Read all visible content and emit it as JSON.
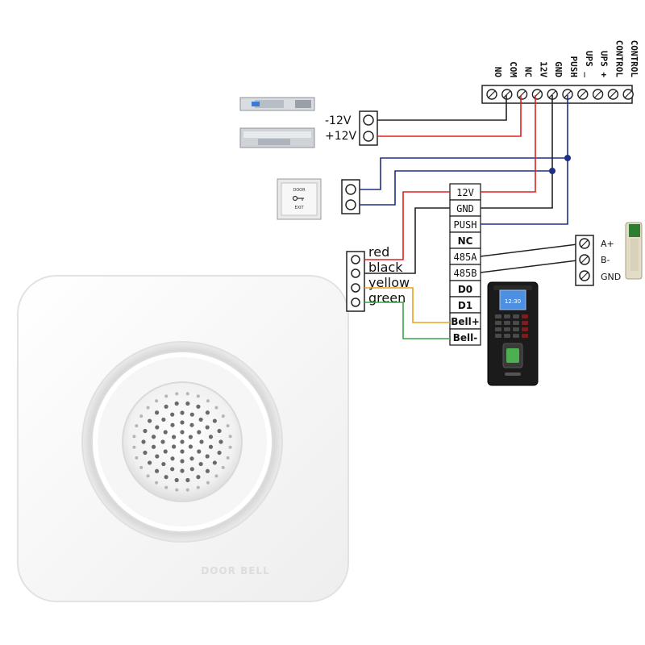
{
  "controller_terminals": [
    "NO",
    "COM",
    "NC",
    "12V",
    "GND",
    "PUSH",
    "UPS _",
    "UPS +",
    "CONTROL",
    "CONTROL"
  ],
  "lock": {
    "neg": "-12V",
    "pos": "+12V"
  },
  "exit_button": {
    "top": "DOOR",
    "bottom": "EXIT"
  },
  "reader_terminals": [
    "12V",
    "GND",
    "PUSH",
    "NC",
    "485A",
    "485B",
    "D0",
    "D1",
    "Bell+",
    "Bell-"
  ],
  "wire_colors": [
    "red",
    "black",
    "yellow",
    "green"
  ],
  "converter": [
    "A+",
    "B-",
    "GND"
  ],
  "reader_screen": {
    "time": "12:30"
  },
  "doorbell": {
    "brand": "DOOR BELL"
  },
  "colors": {
    "red": "#e02020",
    "black": "#222222",
    "blue": "#1f2f86",
    "yellow": "#e8a317",
    "green": "#3aa345"
  }
}
